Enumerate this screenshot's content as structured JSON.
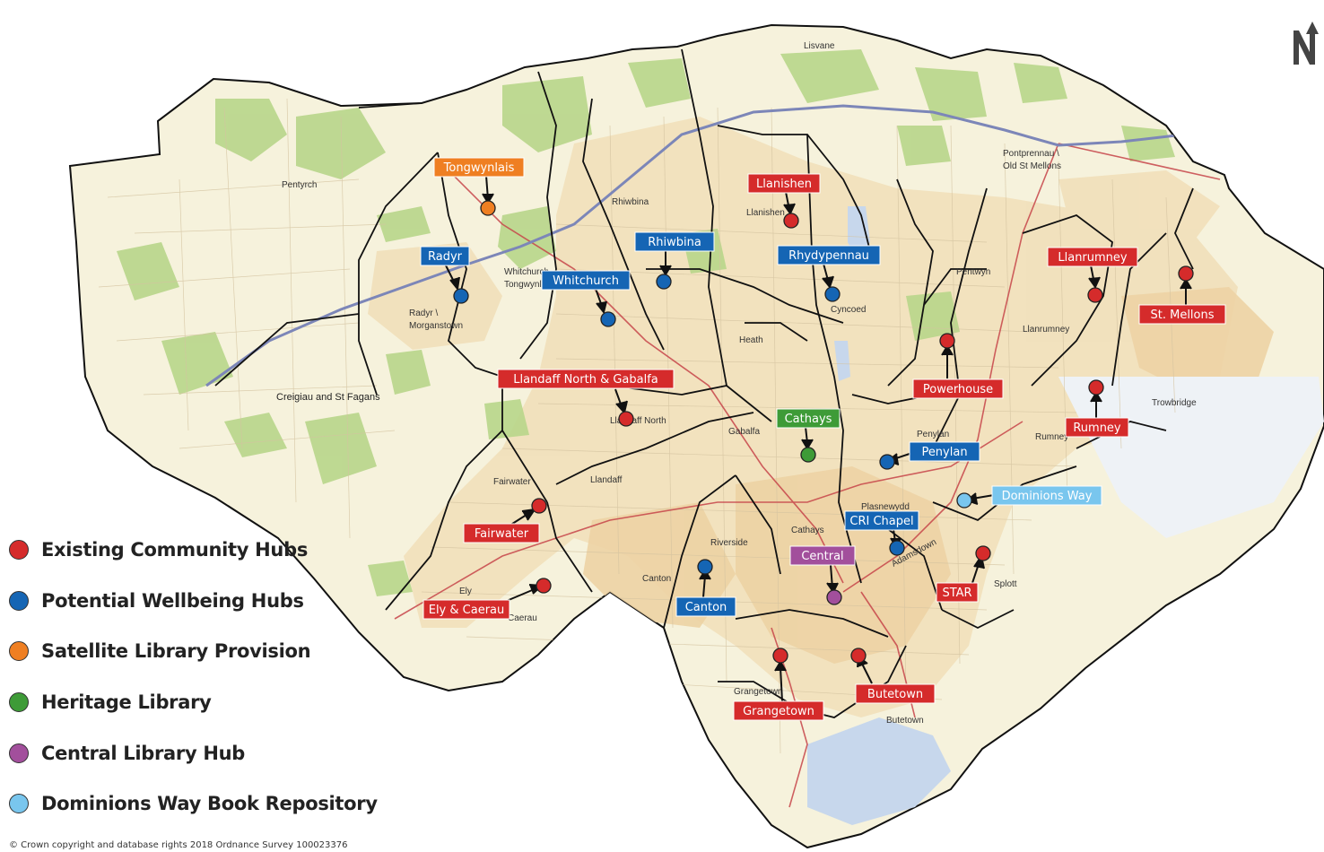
{
  "colors": {
    "existing": "#d52b2b",
    "wellbeing": "#1565b4",
    "satellite": "#ef7f22",
    "heritage": "#3e9b37",
    "central": "#a24f9c",
    "repository": "#79c6ee",
    "land": "#f6f2dc",
    "urban": "#f1dfb8",
    "green": "#b8d68a",
    "water": "#c7d7ec",
    "boundary": "#111111",
    "motorway": "#7c86b8"
  },
  "legend": [
    {
      "type": "existing",
      "label": "Existing Community Hubs"
    },
    {
      "type": "wellbeing",
      "label": "Potential Wellbeing Hubs"
    },
    {
      "type": "satellite",
      "label": "Satellite Library Provision"
    },
    {
      "type": "heritage",
      "label": "Heritage Library"
    },
    {
      "type": "central",
      "label": "Central Library Hub"
    },
    {
      "type": "repository",
      "label": "Dominions Way Book Repository"
    }
  ],
  "hubs": [
    {
      "id": "tongwynlais",
      "label": "Tongwynlais",
      "type": "satellite"
    },
    {
      "id": "llanishen",
      "label": "Llanishen",
      "type": "existing"
    },
    {
      "id": "radyr",
      "label": "Radyr",
      "type": "wellbeing"
    },
    {
      "id": "rhiwbina",
      "label": "Rhiwbina",
      "type": "wellbeing"
    },
    {
      "id": "rhydypennau",
      "label": "Rhydypennau",
      "type": "wellbeing"
    },
    {
      "id": "whitchurch",
      "label": "Whitchurch",
      "type": "wellbeing"
    },
    {
      "id": "llanrumney",
      "label": "Llanrumney",
      "type": "existing"
    },
    {
      "id": "stmellons",
      "label": "St. Mellons",
      "type": "existing"
    },
    {
      "id": "powerhouse",
      "label": "Powerhouse",
      "type": "existing"
    },
    {
      "id": "llandaffnorth",
      "label": "Llandaff North & Gabalfa",
      "type": "existing"
    },
    {
      "id": "rumney",
      "label": "Rumney",
      "type": "existing"
    },
    {
      "id": "cathays",
      "label": "Cathays",
      "type": "heritage"
    },
    {
      "id": "penylan",
      "label": "Penylan",
      "type": "wellbeing"
    },
    {
      "id": "dominions",
      "label": "Dominions Way",
      "type": "repository"
    },
    {
      "id": "crichapel",
      "label": "CRI Chapel",
      "type": "wellbeing"
    },
    {
      "id": "fairwater",
      "label": "Fairwater",
      "type": "existing"
    },
    {
      "id": "central",
      "label": "Central",
      "type": "central"
    },
    {
      "id": "star",
      "label": "STAR",
      "type": "existing"
    },
    {
      "id": "canton",
      "label": "Canton",
      "type": "wellbeing"
    },
    {
      "id": "elycaerau",
      "label": "Ely & Caerau",
      "type": "existing"
    },
    {
      "id": "butetown",
      "label": "Butetown",
      "type": "existing"
    },
    {
      "id": "grangetown",
      "label": "Grangetown",
      "type": "existing"
    }
  ],
  "places": [
    {
      "id": "lisvane",
      "text": "Lisvane"
    },
    {
      "id": "pontprennau",
      "text": "Pontprennau \\"
    },
    {
      "id": "oldstmellons",
      "text": "Old St Mellons"
    },
    {
      "id": "pentyrch",
      "text": "Pentyrch"
    },
    {
      "id": "rhiwbina",
      "text": "Rhiwbina"
    },
    {
      "id": "llanishen",
      "text": "Llanishen"
    },
    {
      "id": "whitchurch1",
      "text": "Whitchurch"
    },
    {
      "id": "tongwynlais",
      "text": "Tongwynlais"
    },
    {
      "id": "pentwyn",
      "text": "Pentwyn"
    },
    {
      "id": "cyncoed",
      "text": "Cyncoed"
    },
    {
      "id": "radyr1",
      "text": "Radyr \\"
    },
    {
      "id": "morganstown",
      "text": "Morganstown"
    },
    {
      "id": "llanrumney",
      "text": "Llanrumney"
    },
    {
      "id": "heath",
      "text": "Heath"
    },
    {
      "id": "creigiau",
      "text": "Creigiau and St Fagans"
    },
    {
      "id": "trowbridge",
      "text": "Trowbridge"
    },
    {
      "id": "llandaffnorth",
      "text": "Llandaff North"
    },
    {
      "id": "rumney",
      "text": "Rumney"
    },
    {
      "id": "gabalfa",
      "text": "Gabalfa"
    },
    {
      "id": "penylan",
      "text": "Penylan"
    },
    {
      "id": "fairwater",
      "text": "Fairwater"
    },
    {
      "id": "llandaff",
      "text": "Llandaff"
    },
    {
      "id": "plasnewydd",
      "text": "Plasnewydd"
    },
    {
      "id": "cathays",
      "text": "Cathays"
    },
    {
      "id": "riverside",
      "text": "Riverside"
    },
    {
      "id": "adamsdown",
      "text": "Adamsdown"
    },
    {
      "id": "canton",
      "text": "Canton"
    },
    {
      "id": "ely",
      "text": "Ely"
    },
    {
      "id": "caerau",
      "text": "Caerau"
    },
    {
      "id": "splott",
      "text": "Splott"
    },
    {
      "id": "grangetown",
      "text": "Grangetown"
    },
    {
      "id": "butetown",
      "text": "Butetown"
    }
  ],
  "copyright": "© Crown copyright and database rights 2018 Ordnance Survey 100023376"
}
